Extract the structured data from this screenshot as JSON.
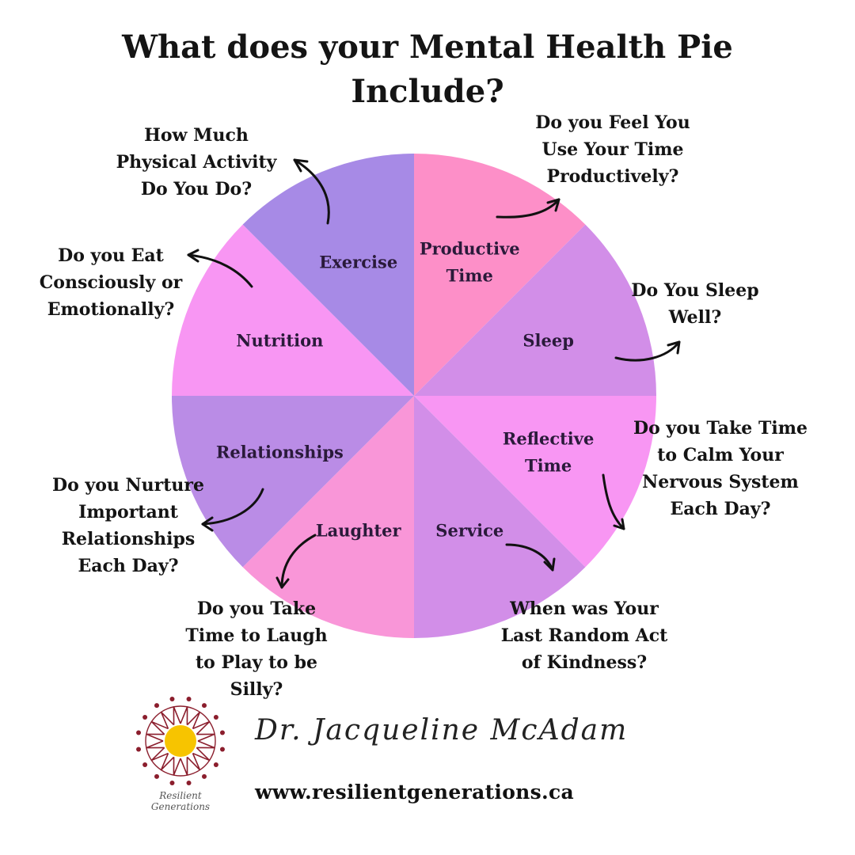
{
  "title": {
    "line1": "What does your Mental Health Pie",
    "line2": "Include?"
  },
  "chart_data": {
    "type": "pie",
    "categories": [
      "Productive Time",
      "Sleep",
      "Reflective Time",
      "Service",
      "Laughter",
      "Relationships",
      "Nutrition",
      "Exercise"
    ],
    "values": [
      1,
      1,
      1,
      1,
      1,
      1,
      1,
      1
    ],
    "slice_labels": [
      [
        "Productive",
        "Time"
      ],
      [
        "Sleep"
      ],
      [
        "Reflective",
        "Time"
      ],
      [
        "Service"
      ],
      [
        "Laughter"
      ],
      [
        "Relationships"
      ],
      [
        "Nutrition"
      ],
      [
        "Exercise"
      ]
    ],
    "colors": [
      "#fd8fc8",
      "#d28ee8",
      "#f896f3",
      "#d28ee8",
      "#f996d8",
      "#ba8ce6",
      "#f896f3",
      "#a78ae6"
    ]
  },
  "questions": {
    "productive": [
      "Do you Feel You",
      "Use Your Time",
      "Productively?"
    ],
    "sleep": [
      "Do You Sleep",
      "Well?"
    ],
    "reflective": [
      "Do you Take Time",
      "to Calm Your",
      "Nervous System",
      "Each Day?"
    ],
    "service": [
      "When was Your",
      "Last Random Act",
      "of Kindness?"
    ],
    "laughter": [
      "Do you Take",
      "Time to Laugh",
      "to Play to be",
      "Silly?"
    ],
    "relationships": [
      "Do you Nurture",
      "Important",
      "Relationships",
      "Each Day?"
    ],
    "nutrition": [
      "Do you Eat",
      "Consciously or",
      "Emotionally?"
    ],
    "exercise": [
      "How Much",
      "Physical Activity",
      "Do You Do?"
    ]
  },
  "footer": {
    "signature": "Dr. Jacqueline McAdam",
    "url": "www.resilientgenerations.ca",
    "brand": "Resilient Generations"
  },
  "icons": {
    "logo": "sun-mandala-logo-icon",
    "arrow": "curved-arrow-icon"
  }
}
